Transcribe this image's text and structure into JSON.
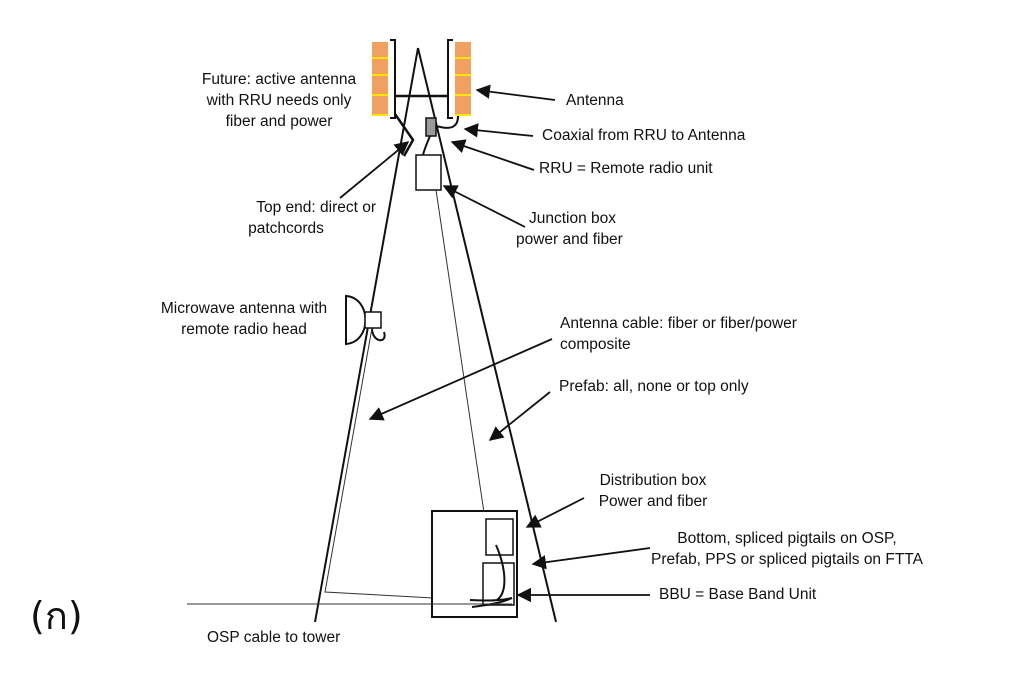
{
  "figure_label": "(ก)",
  "colors": {
    "antenna_panel": "#F0A060",
    "antenna_bands": "#FFE600",
    "line": "#111111",
    "rru_fill": "#9A9A9A"
  },
  "labels": {
    "future": [
      "Future: active antenna",
      "with RRU needs only",
      "fiber and power"
    ],
    "antenna": "Antenna",
    "coaxial": "Coaxial from RRU to Antenna",
    "rru": "RRU = Remote radio unit",
    "top_end": [
      "Top end: direct or",
      "patchcords"
    ],
    "junction_box": [
      "Junction box",
      "power and fiber"
    ],
    "microwave": [
      "Microwave antenna with",
      "remote radio head"
    ],
    "antenna_cable": [
      "Antenna cable: fiber or fiber/power",
      "composite"
    ],
    "prefab": "Prefab: all, none or top only",
    "distribution_box": [
      "Distribution box",
      "Power and fiber"
    ],
    "bottom": [
      "Bottom, spliced pigtails on OSP,",
      "Prefab, PPS or spliced pigtails on FTTA"
    ],
    "bbu": "BBU = Base Band Unit",
    "osp": "OSP cable to tower"
  }
}
